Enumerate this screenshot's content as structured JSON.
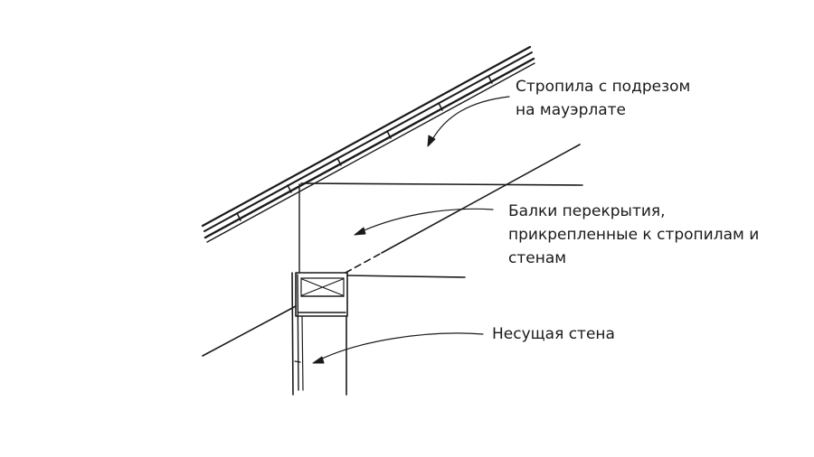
{
  "labels": {
    "rafters": {
      "line1": "Стропила с подрезом",
      "line2": "на мауэрлате"
    },
    "joists": {
      "line1": "Балки перекрытия,",
      "line2": "прикрепленные к стропилам и",
      "line3": "стенам"
    },
    "wall": {
      "line1": "Несущая стена"
    }
  },
  "colors": {
    "ink": "#1a1a1a",
    "background": "#ffffff"
  }
}
